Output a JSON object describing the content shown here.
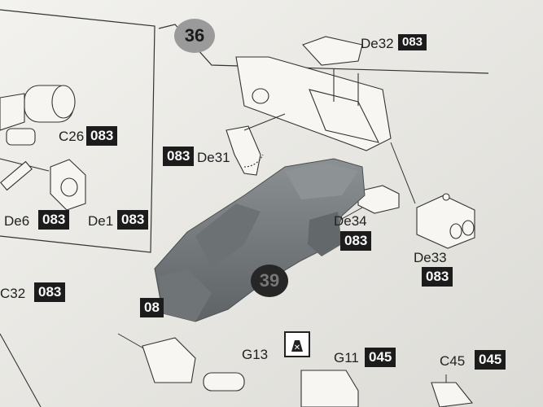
{
  "manual": {
    "step_main": "36",
    "step_partial": "39",
    "labels": {
      "de32": "De32",
      "c26": "C26",
      "de31": "De31",
      "de1": "De1",
      "de6": "De6",
      "de34": "De34",
      "de33": "De33",
      "c32": "C32",
      "g13": "G13",
      "g11": "G11",
      "c45": "C45"
    },
    "codes": {
      "de32": "083",
      "c26": "083",
      "de31": "083",
      "de1": "083",
      "de6": "083",
      "de34": "083",
      "de33": "083",
      "c32": "083",
      "g11": "045",
      "c45": "045",
      "partial": "08"
    }
  },
  "colors": {
    "paper": "#e9e8e4",
    "ink": "#222222",
    "code_box": "#1c1c1c",
    "plastic_part": "#767b7e"
  }
}
